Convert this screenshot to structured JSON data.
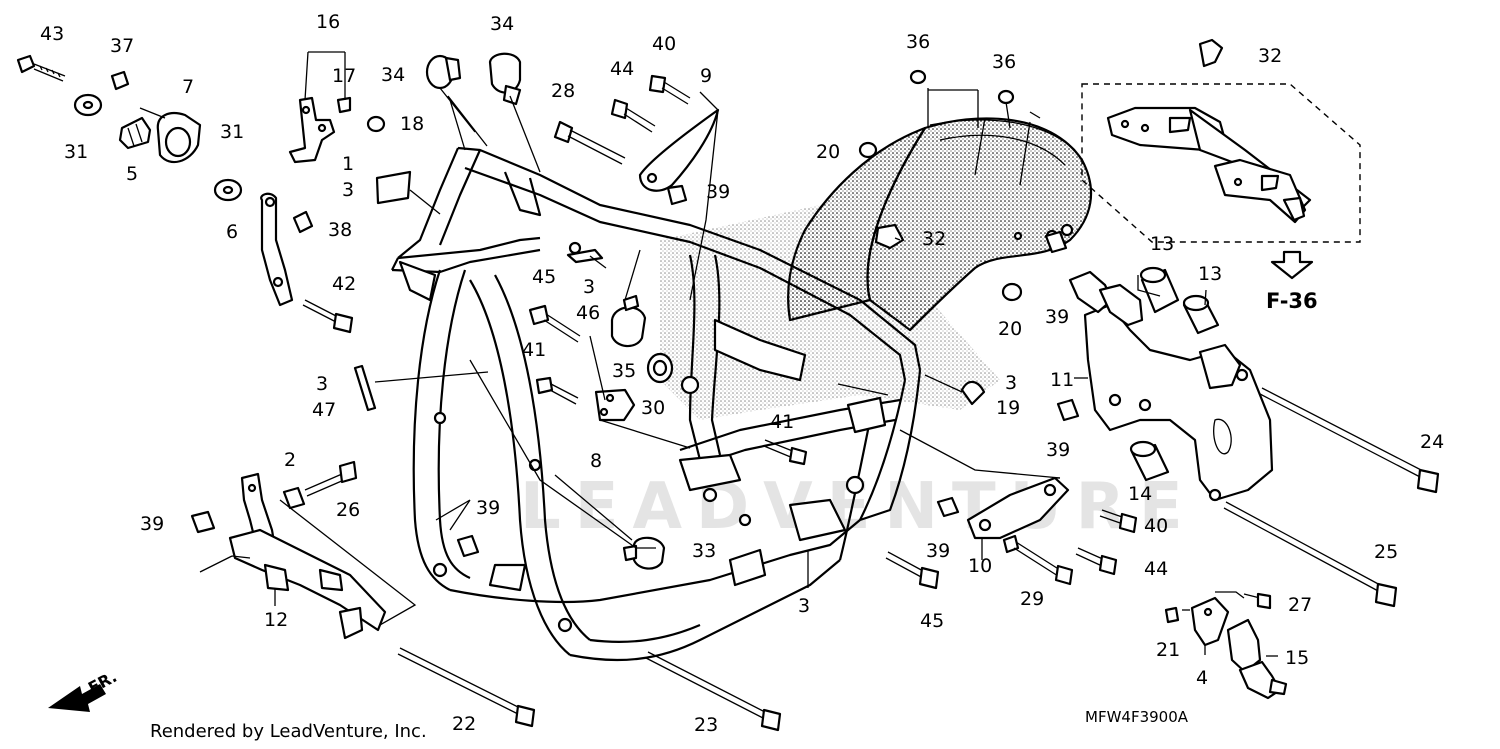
{
  "diagram": {
    "code": "MFW4F3900A",
    "credit": "Rendered by LeadVenture, Inc.",
    "ref_page": "F-36",
    "direction": "FR.",
    "watermark": "LEADVENTURE"
  },
  "callouts": [
    {
      "id": "c43",
      "text": "43"
    },
    {
      "id": "c37",
      "text": "37"
    },
    {
      "id": "c7",
      "text": "7"
    },
    {
      "id": "c31a",
      "text": "31"
    },
    {
      "id": "c5",
      "text": "5"
    },
    {
      "id": "c31b",
      "text": "31"
    },
    {
      "id": "c16",
      "text": "16"
    },
    {
      "id": "c17",
      "text": "17"
    },
    {
      "id": "c18",
      "text": "18"
    },
    {
      "id": "c34a",
      "text": "34"
    },
    {
      "id": "c34b",
      "text": "34"
    },
    {
      "id": "c1",
      "text": "1"
    },
    {
      "id": "c3a",
      "text": "3"
    },
    {
      "id": "c38",
      "text": "38"
    },
    {
      "id": "c6",
      "text": "6"
    },
    {
      "id": "c42",
      "text": "42"
    },
    {
      "id": "c40a",
      "text": "40"
    },
    {
      "id": "c44a",
      "text": "44"
    },
    {
      "id": "c9",
      "text": "9"
    },
    {
      "id": "c28",
      "text": "28"
    },
    {
      "id": "c39a",
      "text": "39"
    },
    {
      "id": "c36a",
      "text": "36"
    },
    {
      "id": "c36b",
      "text": "36"
    },
    {
      "id": "c20a",
      "text": "20"
    },
    {
      "id": "c32a",
      "text": "32"
    },
    {
      "id": "c32b",
      "text": "32"
    },
    {
      "id": "c3b",
      "text": "3"
    },
    {
      "id": "c46",
      "text": "46"
    },
    {
      "id": "c45a",
      "text": "45"
    },
    {
      "id": "c41a",
      "text": "41"
    },
    {
      "id": "c35",
      "text": "35"
    },
    {
      "id": "c30",
      "text": "30"
    },
    {
      "id": "c3c",
      "text": "3"
    },
    {
      "id": "c47",
      "text": "47"
    },
    {
      "id": "c8",
      "text": "8"
    },
    {
      "id": "c41b",
      "text": "41"
    },
    {
      "id": "c20b",
      "text": "20"
    },
    {
      "id": "c3d",
      "text": "3"
    },
    {
      "id": "c19",
      "text": "19"
    },
    {
      "id": "c13a",
      "text": "13"
    },
    {
      "id": "c13b",
      "text": "13"
    },
    {
      "id": "c39b",
      "text": "39"
    },
    {
      "id": "c11",
      "text": "11"
    },
    {
      "id": "c39c",
      "text": "39"
    },
    {
      "id": "c14",
      "text": "14"
    },
    {
      "id": "c24",
      "text": "24"
    },
    {
      "id": "c2",
      "text": "2"
    },
    {
      "id": "c26",
      "text": "26"
    },
    {
      "id": "c39d",
      "text": "39"
    },
    {
      "id": "c39e",
      "text": "39"
    },
    {
      "id": "c12",
      "text": "12"
    },
    {
      "id": "c33",
      "text": "33"
    },
    {
      "id": "c39f",
      "text": "39"
    },
    {
      "id": "c10",
      "text": "10"
    },
    {
      "id": "c40b",
      "text": "40"
    },
    {
      "id": "c44b",
      "text": "44"
    },
    {
      "id": "c29",
      "text": "29"
    },
    {
      "id": "c45b",
      "text": "45"
    },
    {
      "id": "c3e",
      "text": "3"
    },
    {
      "id": "c25",
      "text": "25"
    },
    {
      "id": "c27",
      "text": "27"
    },
    {
      "id": "c21",
      "text": "21"
    },
    {
      "id": "c15",
      "text": "15"
    },
    {
      "id": "c4",
      "text": "4"
    },
    {
      "id": "c22",
      "text": "22"
    },
    {
      "id": "c23",
      "text": "23"
    }
  ]
}
